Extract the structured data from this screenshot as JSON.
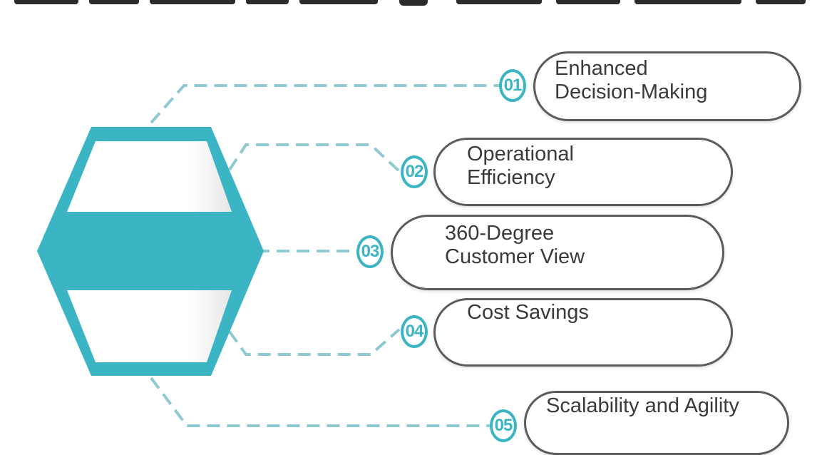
{
  "colors": {
    "accent": "#3bb5c3",
    "outline": "#5b5b5b",
    "text": "#3a3a3a",
    "connector": "#8fc9d1"
  },
  "benefits": [
    {
      "number": "01",
      "label": "Enhanced\nDecision-Making"
    },
    {
      "number": "02",
      "label": "Operational\nEfficiency"
    },
    {
      "number": "03",
      "label": "360-Degree\nCustomer View"
    },
    {
      "number": "04",
      "label": "Cost Savings"
    },
    {
      "number": "05",
      "label": "Scalability and Agility"
    }
  ]
}
